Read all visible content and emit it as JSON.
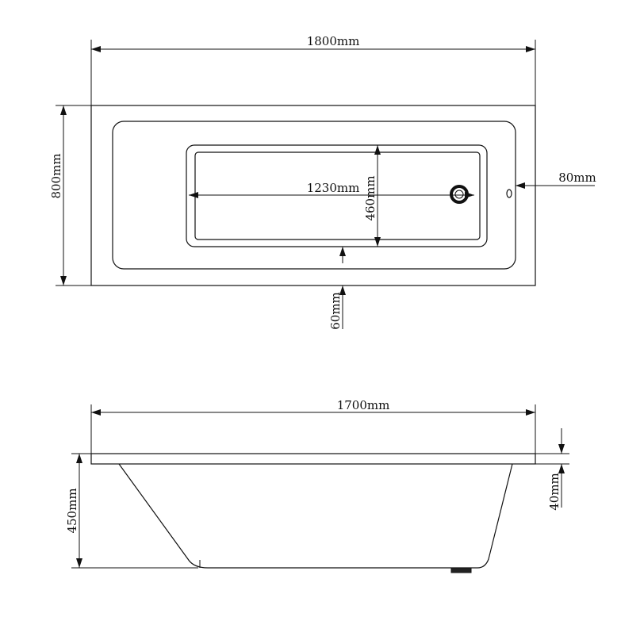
{
  "dimensions": {
    "top_width": "1800mm",
    "top_depth": "800mm",
    "basin_length": "1230mm",
    "basin_width": "460mm",
    "rim_offset": "80mm",
    "basin_offset": "60mm",
    "side_length": "1700mm",
    "side_height": "450mm",
    "rim_thickness": "40mm"
  }
}
